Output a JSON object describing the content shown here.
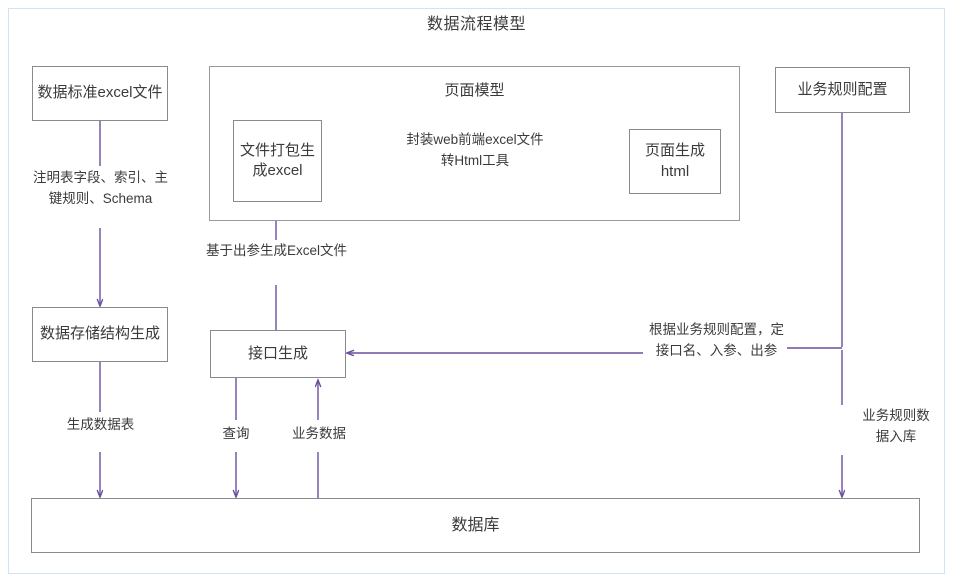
{
  "page": {
    "title": "数据流程模型",
    "accent_line_color": "#6b4fa0",
    "node_border_color": "#8a8a8a",
    "frame_border_color": "#cfe3f5",
    "background": "#ffffff"
  },
  "nodes": {
    "data_standard_excel": "数据标准excel文件",
    "data_storage_struct": "数据存储结构生成",
    "file_package_excel": "文件打包生成excel",
    "page_generate_html": "页面生成html",
    "interface_generate": "接口生成",
    "business_rule_config": "业务规则配置",
    "database": "数据库"
  },
  "panels": {
    "page_model_title": "页面模型"
  },
  "edge_labels": {
    "schema_note": "注明表字段、索引、主键规则、Schema",
    "generate_table": "生成数据表",
    "web_front_tool": "封装web前端excel文件转Html工具",
    "excel_from_output": "基于出参生成Excel文件",
    "rule_based_api": "根据业务规则配置，定接口名、入参、出参",
    "rule_data_into_db": "业务规则数据入库",
    "query": "查询",
    "business_data": "业务数据"
  }
}
